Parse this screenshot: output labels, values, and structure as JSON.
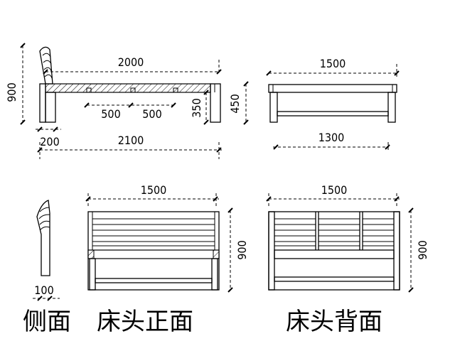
{
  "dimensions": {
    "side_total_height": "900",
    "bed_length": "2000",
    "leg_spacing_1": "500",
    "leg_spacing_2": "500",
    "rail_height": "350",
    "bed_height": "450",
    "headboard_thickness": "200",
    "overall_length": "2100",
    "end_width": "1500",
    "end_inner_width": "1300",
    "head_side_thickness": "100",
    "front_width": "1500",
    "front_height": "900",
    "back_width": "1500",
    "back_height": "900"
  },
  "captions": {
    "side": "侧面",
    "front": "床头正面",
    "back": "床头背面"
  }
}
